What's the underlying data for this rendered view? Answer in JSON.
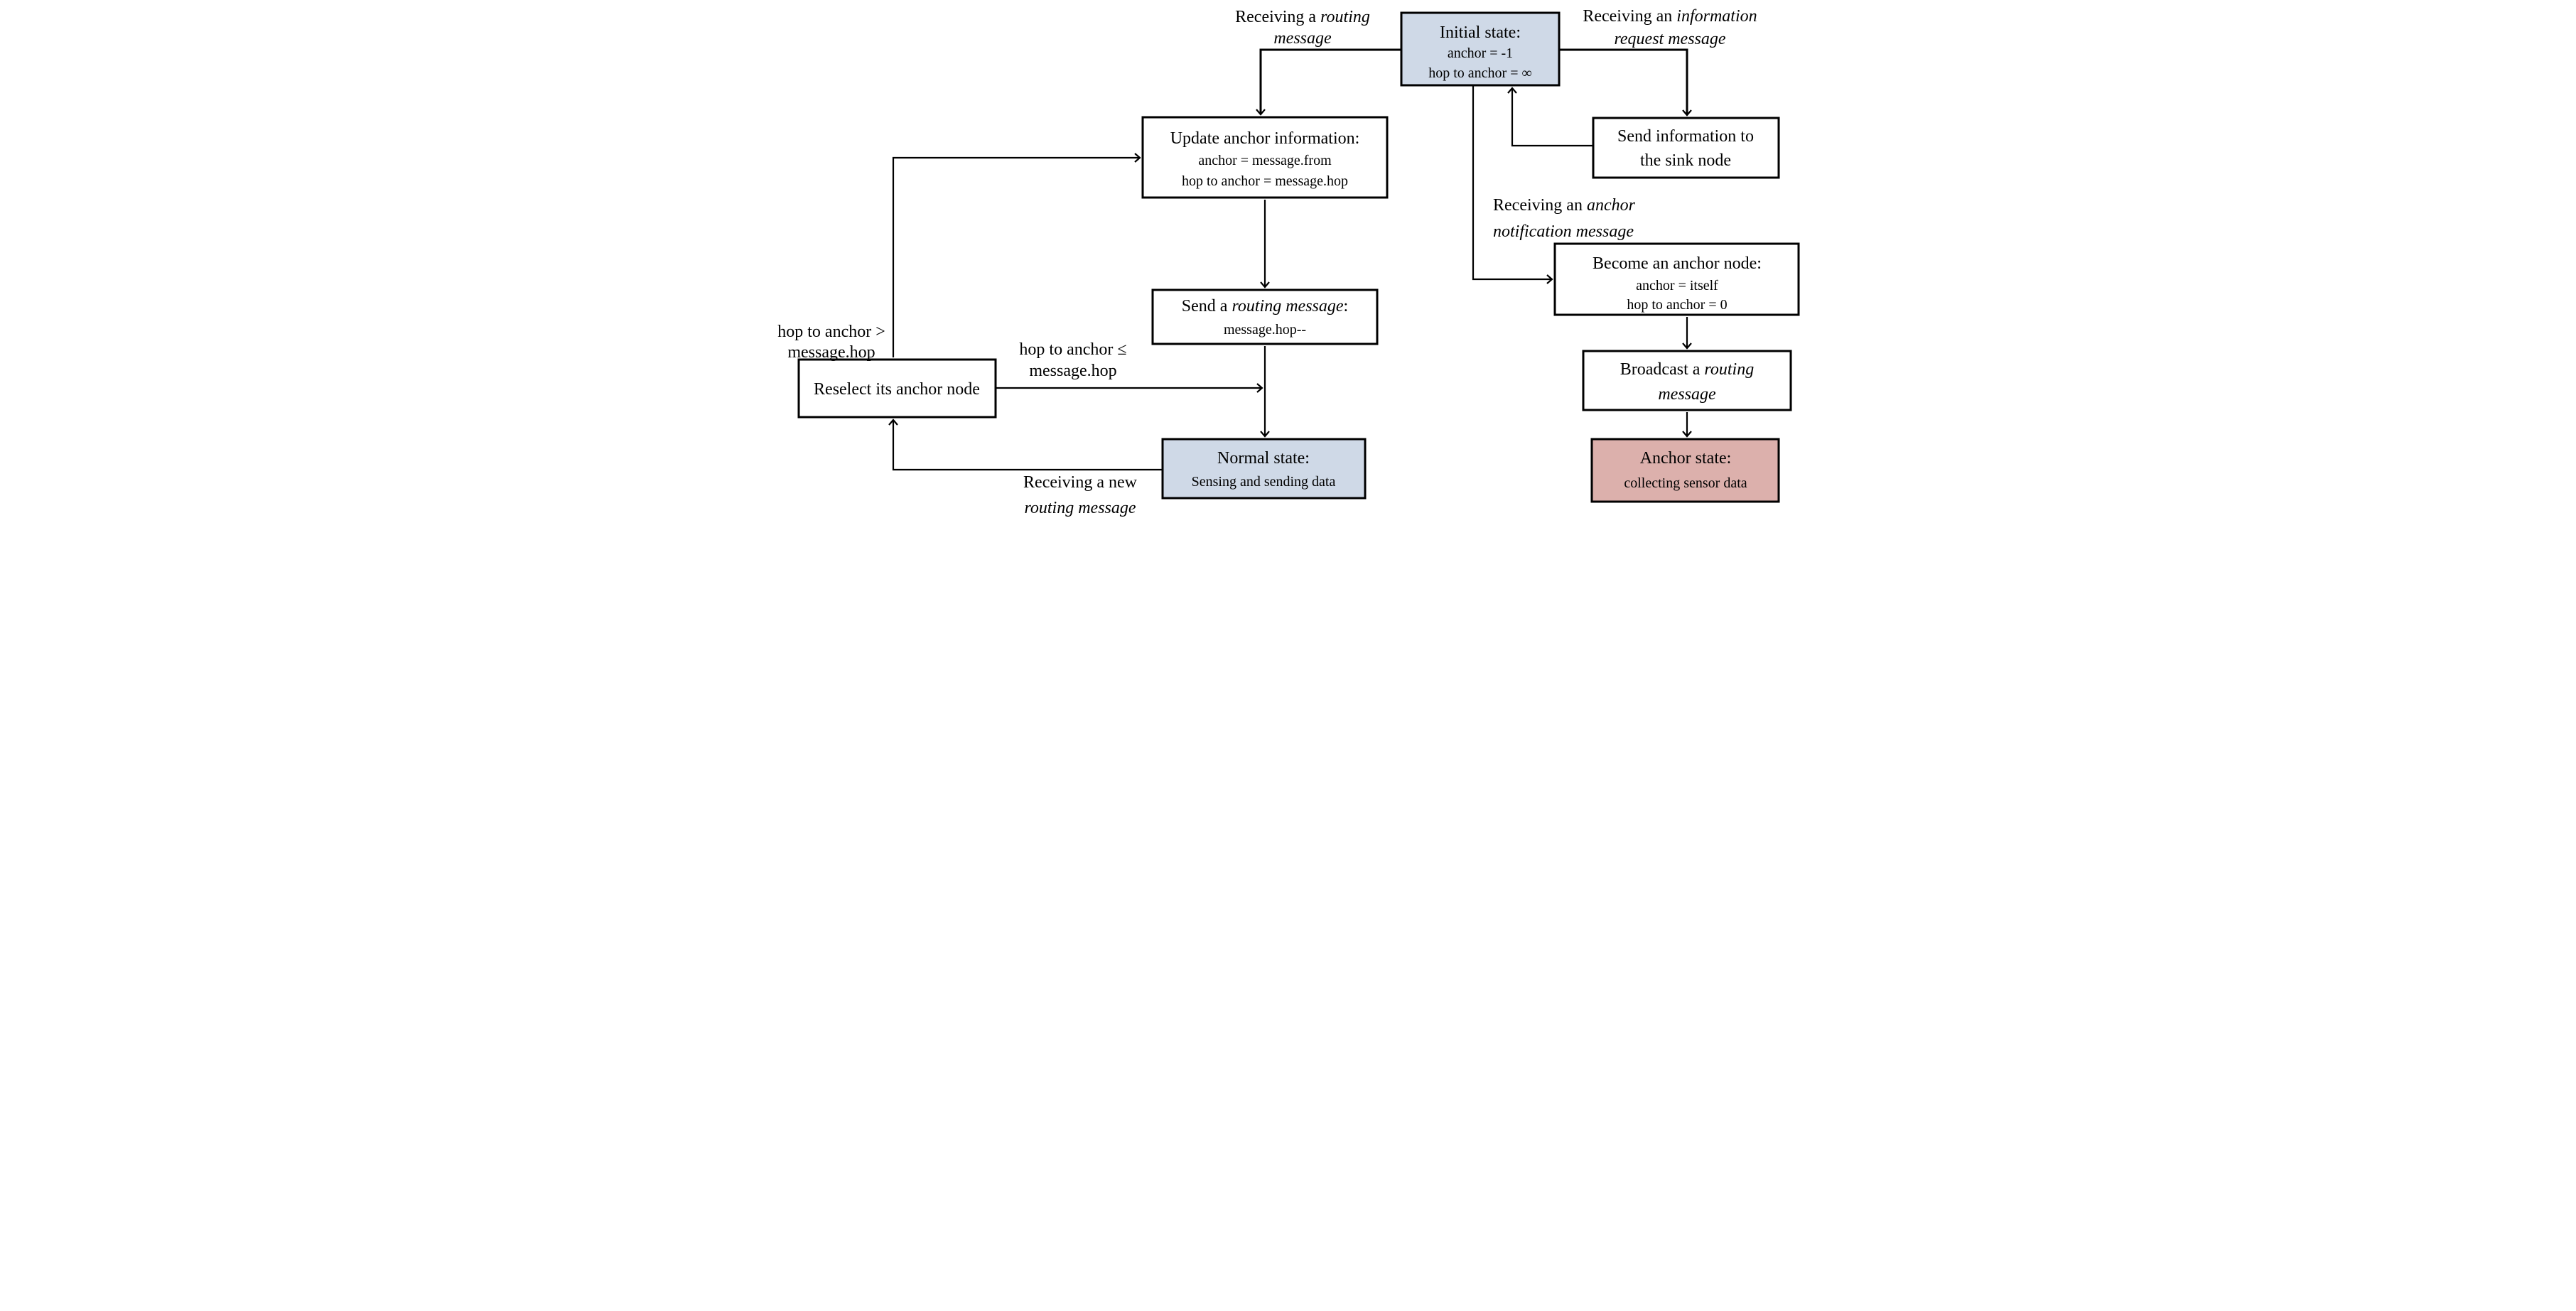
{
  "figure": {
    "type": "state-transition-flowchart",
    "background": "#ffffff"
  },
  "colors": {
    "state_fill": "#cfd9e7",
    "anchor_fill": "#dcb0ac",
    "process_fill": "#ffffff",
    "line": "#000000"
  },
  "boxes": {
    "initial": {
      "title": "Initial state:",
      "line1": "anchor = -1",
      "line2": "hop to anchor = ∞"
    },
    "update": {
      "title": "Update anchor information:",
      "line1": "anchor = message.from",
      "line2": "hop to anchor = message.hop"
    },
    "send_info": {
      "line1": "Send information to",
      "line2": "the sink node"
    },
    "become": {
      "title": "Become an anchor node:",
      "line1": "anchor = itself",
      "line2": "hop to anchor = 0"
    },
    "send_routing": {
      "title_pre": "Send a ",
      "title_em": "routing message",
      "title_post": ":",
      "line1": "message.hop--"
    },
    "reselect": {
      "title": "Reselect its anchor node"
    },
    "normal": {
      "title": "Normal state:",
      "line1": "Sensing and sending data"
    },
    "broadcast": {
      "line1_pre": "Broadcast a ",
      "line1_em": "routing",
      "line2_em": "message"
    },
    "anchor_state": {
      "title": "Anchor state:",
      "line1": "collecting sensor data"
    }
  },
  "labels": {
    "receive_routing": {
      "line1_pre": "Receiving a ",
      "line1_em": "routing",
      "line2_em": "message"
    },
    "receive_info": {
      "line1_pre": "Receiving an ",
      "line1_em": "information",
      "line2_em": "request message"
    },
    "receive_anchor": {
      "line1_pre": "Receiving an ",
      "line1_em": "anchor",
      "line2_em": "notification message"
    },
    "hop_gt": {
      "line1": "hop to anchor >",
      "line2": "message.hop"
    },
    "hop_le": {
      "line1": "hop to anchor ≤",
      "line2": "message.hop"
    },
    "receive_new": {
      "line1": "Receiving a new",
      "line2_em": "routing message"
    }
  }
}
